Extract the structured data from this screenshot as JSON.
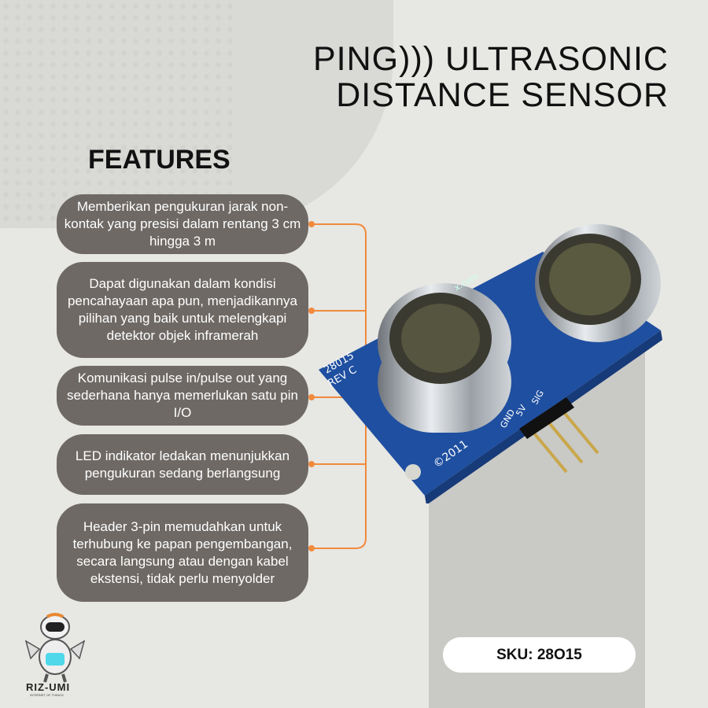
{
  "title": {
    "line1": "PING))) ULTRASONIC",
    "line2": "DISTANCE SENSOR"
  },
  "features_heading": "FEATURES",
  "features": [
    "Memberikan pengukuran jarak non-kontak yang presisi dalam rentang 3 cm hingga 3 m",
    "Dapat digunakan dalam kondisi pencahayaan apa pun, menjadikannya pilihan yang baik untuk melengkapi detektor objek inframerah",
    "Komunikasi pulse in/pulse out yang sederhana hanya memerlukan satu pin I/O",
    "LED indikator ledakan menunjukkan pengukuran sedang berlangsung",
    "Header 3-pin memudahkan untuk terhubung ke papan pengembangan, secara langsung atau dengan kabel ekstensi, tidak perlu menyolder"
  ],
  "sku": "SKU: 28O15",
  "board_labels": {
    "model": "28015",
    "rev": "REV C",
    "year": "©2011",
    "pins": [
      "GND",
      "5V",
      "SIG"
    ],
    "site": "x.com"
  },
  "logo": {
    "name": "RIZ-UMI",
    "tagline": "INTERNET OF THINGS"
  },
  "colors": {
    "box": "#6e6965",
    "connector": "#f08a3c",
    "board": "#1f4fa0",
    "background": "#e7e7e3"
  }
}
